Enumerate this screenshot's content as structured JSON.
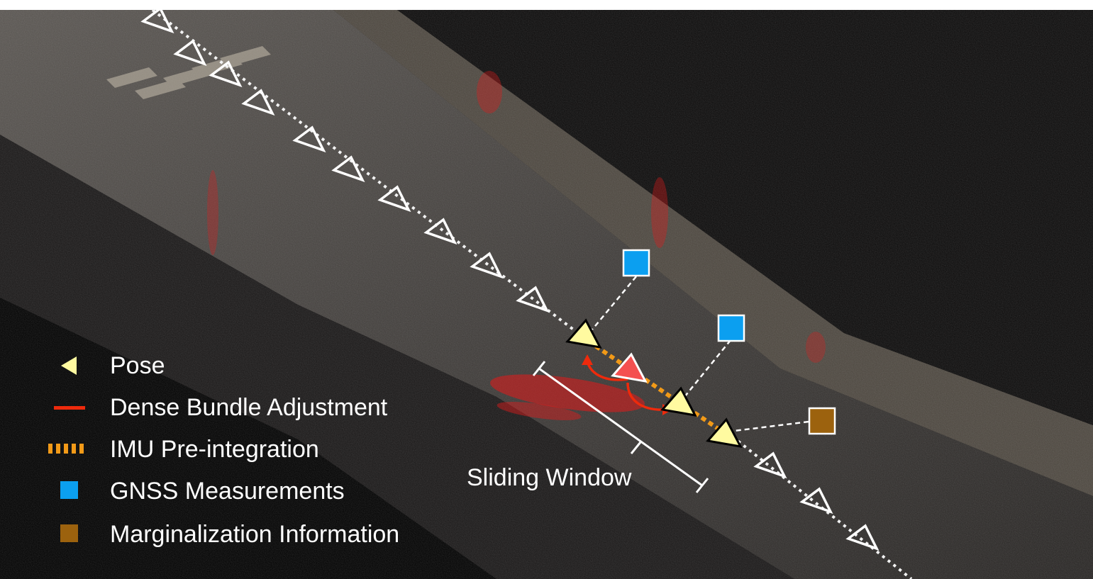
{
  "figure": {
    "sliding_window_label": "Sliding Window"
  },
  "legend": {
    "items": [
      {
        "symbol": "yellow-triangle",
        "label": "Pose",
        "color": "#fffaa0"
      },
      {
        "symbol": "red-line",
        "label": "Dense Bundle Adjustment",
        "color": "#ee2a0c"
      },
      {
        "symbol": "orange-dashed-line",
        "label": "IMU Pre-integration",
        "color": "#f29a18"
      },
      {
        "symbol": "blue-square",
        "label": "GNSS Measurements",
        "color": "#0b9ff0"
      },
      {
        "symbol": "brown-square",
        "label": "Marginalization Information",
        "color": "#9c620e"
      }
    ]
  },
  "colors": {
    "pose_fill": "#fffaa0",
    "pose_active_fill": "#f45050",
    "dense_ba": "#ee2a0c",
    "imu": "#f29a18",
    "gnss": "#0b9ff0",
    "marginalization": "#9c620e",
    "trajectory": "#f2f2f2",
    "background": "#000000"
  }
}
